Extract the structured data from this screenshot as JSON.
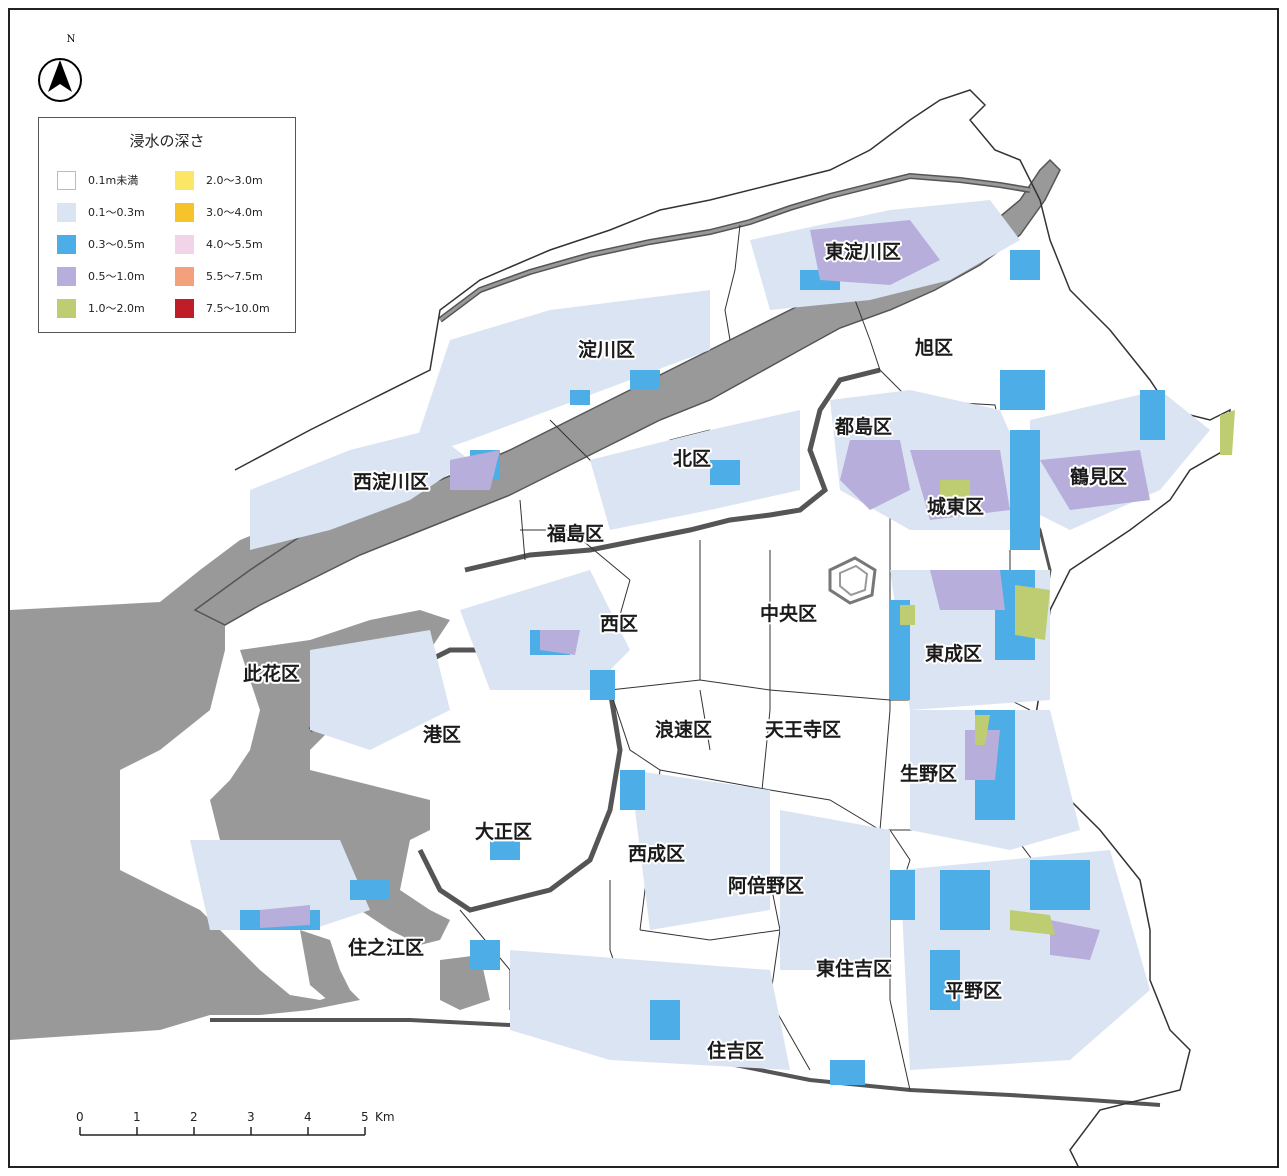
{
  "north_arrow": {
    "label": "N",
    "icon": "north-arrow-icon"
  },
  "legend": {
    "title": "浸水の深さ",
    "items": [
      {
        "label": "0.1m未満",
        "color": "#ffffff"
      },
      {
        "label": "0.1〜0.3m",
        "color": "#dbe4f3"
      },
      {
        "label": "0.3〜0.5m",
        "color": "#4dade6"
      },
      {
        "label": "0.5〜1.0m",
        "color": "#b7aedb"
      },
      {
        "label": "1.0〜2.0m",
        "color": "#bfcd72"
      },
      {
        "label": "2.0〜3.0m",
        "color": "#fbe665"
      },
      {
        "label": "3.0〜4.0m",
        "color": "#f7c32a"
      },
      {
        "label": "4.0〜5.5m",
        "color": "#f1d4e8"
      },
      {
        "label": "5.5〜7.5m",
        "color": "#f3a07c"
      },
      {
        "label": "7.5〜10.0m",
        "color": "#bf1e28"
      }
    ]
  },
  "wards": [
    {
      "name": "東淀川区"
    },
    {
      "name": "淀川区"
    },
    {
      "name": "旭区"
    },
    {
      "name": "都島区"
    },
    {
      "name": "北区"
    },
    {
      "name": "西淀川区"
    },
    {
      "name": "鶴見区"
    },
    {
      "name": "城東区"
    },
    {
      "name": "福島区"
    },
    {
      "name": "中央区"
    },
    {
      "name": "西区"
    },
    {
      "name": "東成区"
    },
    {
      "name": "此花区"
    },
    {
      "name": "港区"
    },
    {
      "name": "浪速区"
    },
    {
      "name": "天王寺区"
    },
    {
      "name": "生野区"
    },
    {
      "name": "大正区"
    },
    {
      "name": "西成区"
    },
    {
      "name": "阿倍野区"
    },
    {
      "name": "住之江区"
    },
    {
      "name": "東住吉区"
    },
    {
      "name": "平野区"
    },
    {
      "name": "住吉区"
    }
  ],
  "scale_bar": {
    "ticks": [
      "0",
      "1",
      "2",
      "3",
      "4",
      "5"
    ],
    "unit": "Km"
  },
  "colors": {
    "water": "#999999",
    "river_outline": "#555555",
    "boundary": "#333333"
  }
}
